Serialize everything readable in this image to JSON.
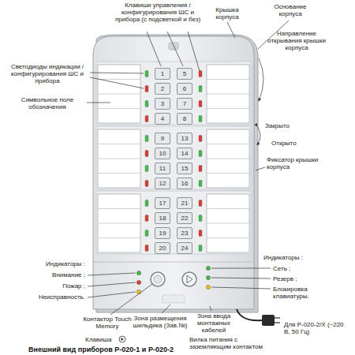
{
  "diagram": {
    "caption": "Внешний вид приборов Р-020-1 и Р-020-2",
    "nodes": [
      {
        "text": [
          "1"
        ]
      },
      {
        "text": [
          "2"
        ]
      },
      {
        "text": [
          "3"
        ]
      },
      {
        "text": [
          "4"
        ]
      },
      {
        "text": [
          "5"
        ]
      },
      {
        "text": [
          "6"
        ]
      },
      {
        "text": [
          "7"
        ]
      },
      {
        "text": [
          "8"
        ]
      },
      {
        "text": [
          "9"
        ]
      },
      {
        "text": [
          "10"
        ]
      },
      {
        "text": [
          "11"
        ]
      },
      {
        "text": [
          "12"
        ]
      },
      {
        "text": [
          "13"
        ]
      },
      {
        "text": [
          "14"
        ]
      },
      {
        "text": [
          "15"
        ]
      },
      {
        "text": [
          "16"
        ]
      },
      {
        "text": [
          "17"
        ]
      },
      {
        "text": [
          "18"
        ]
      },
      {
        "text": [
          "19"
        ]
      },
      {
        "text": [
          "20"
        ]
      },
      {
        "text": [
          "21"
        ]
      },
      {
        "text": [
          "22"
        ]
      },
      {
        "text": [
          "23"
        ]
      },
      {
        "text": [
          "24"
        ]
      }
    ],
    "labels": [
      "Клавиши управления / конфигурирования ШС и прибора (с подсветкой и без)",
      "Крышка корпуса",
      "Основание корпуса",
      "Светодиоды индикации / конфигурирования ШС и прибора",
      "Направление открывания крышки корпуса",
      "Символьное поле обозначения",
      "Закрыто",
      "Открыто",
      "Фиксатор крышки корпуса",
      "Индикаторы :",
      "Внимание ;",
      "Пожар ;",
      "Неисправность.",
      "Контактор Touch Memory",
      "Зона размещения шильдика (Зав.№)",
      "Зона ввода монтажных кабелей",
      "Клавиша",
      "Индикаторы :",
      "Сеть ;",
      "Резерв ;",
      "Блокировка клавиатуры.",
      "Вилка питания с заземляющим контактом",
      "Для Р-020-2/Х (~220 В, 50 Гц)"
    ]
  }
}
